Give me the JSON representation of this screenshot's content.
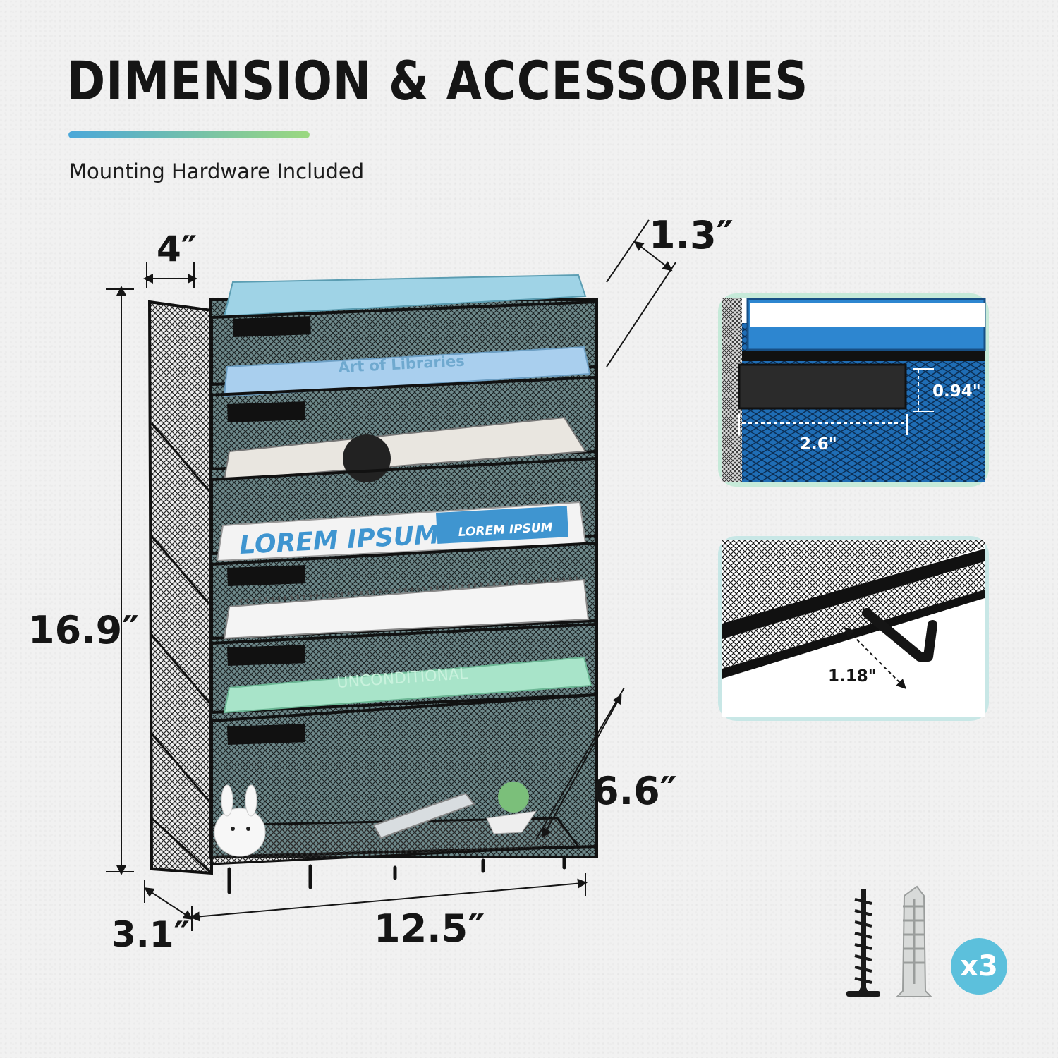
{
  "header": {
    "title": "DIMENSION & ACCESSORIES",
    "subtitle": "Mounting Hardware Included"
  },
  "dimensions": {
    "depth_top": "4″",
    "slot_depth": "1.3″",
    "height": "16.9″",
    "pocket_depth": "6.6″",
    "bottom_depth": "3.1″",
    "width": "12.5″"
  },
  "product": {
    "book_labels": [
      "Art of Libraries",
      "LOREM IPSUM",
      "LOREM IPSUM",
      "UNCONDITIONAL"
    ]
  },
  "insets": {
    "label_holder": {
      "height": "0.94\"",
      "width": "2.6\""
    },
    "hook": {
      "length": "1.18\""
    }
  },
  "hardware": {
    "quantity": "x3"
  },
  "colors": {
    "accent_start": "#4aa7d9",
    "accent_end": "#9bd87f",
    "badge": "#5cc0dc"
  }
}
